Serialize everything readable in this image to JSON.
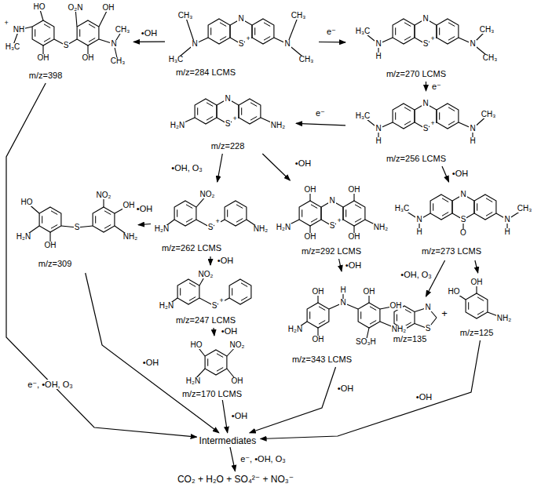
{
  "diagram": {
    "nodes": [
      {
        "text": [
          "m/z=284 LCMS"
        ]
      },
      {
        "text": [
          "m/z=398"
        ]
      },
      {
        "text": [
          "m/z=270 LCMS"
        ]
      },
      {
        "text": [
          "m/z=256 LCMS"
        ]
      },
      {
        "text": [
          "m/z=228"
        ]
      },
      {
        "text": [
          "m/z=262 LCMS"
        ]
      },
      {
        "text": [
          "m/z=309"
        ]
      },
      {
        "text": [
          "m/z=292 LCMS"
        ]
      },
      {
        "text": [
          "m/z=273 LCMS"
        ]
      },
      {
        "text": [
          "m/z=247 LCMS"
        ]
      },
      {
        "text": [
          "m/z=343 LCMS"
        ]
      },
      {
        "text": [
          "m/z=135"
        ]
      },
      {
        "text": [
          "m/z=125"
        ]
      },
      {
        "text": [
          "m/z=170 LCMS"
        ]
      },
      {
        "text": [
          "Intermediates"
        ]
      },
      {
        "text": [
          "CO₂ + H₂O + SO₄²⁻ + NO₃⁻"
        ]
      }
    ],
    "edges": [
      {
        "from": 0,
        "to": 1,
        "arrow": "to",
        "label": "•OH"
      },
      {
        "from": 0,
        "to": 2,
        "arrow": "to",
        "label": "e⁻"
      },
      {
        "from": 2,
        "to": 3,
        "arrow": "to",
        "label": "e⁻"
      },
      {
        "from": 3,
        "to": 4,
        "arrow": "to",
        "label": "e⁻"
      },
      {
        "from": 4,
        "to": 5,
        "arrow": "to",
        "label": "•OH, O₃"
      },
      {
        "from": 4,
        "to": 7,
        "arrow": "to",
        "label": "•OH"
      },
      {
        "from": 3,
        "to": 8,
        "arrow": "to",
        "label": "•OH"
      },
      {
        "from": 5,
        "to": 6,
        "arrow": "to",
        "label": "•OH"
      },
      {
        "from": 5,
        "to": 9,
        "arrow": "to",
        "label": "•OH"
      },
      {
        "from": 9,
        "to": 13,
        "arrow": "to",
        "label": "•OH"
      },
      {
        "from": 7,
        "to": 10,
        "arrow": "to",
        "label": "•OH"
      },
      {
        "from": 8,
        "to": 11,
        "arrow": "to",
        "label": "•OH, O₃"
      },
      {
        "from": 8,
        "to": 12,
        "arrow": "to"
      },
      {
        "from": 1,
        "to": 14,
        "arrow": "to",
        "label": "e⁻, •OH, O₃"
      },
      {
        "from": 6,
        "to": 14,
        "arrow": "to",
        "label": "•OH"
      },
      {
        "from": 13,
        "to": 14,
        "arrow": "to",
        "label": "•OH"
      },
      {
        "from": 10,
        "to": 14,
        "arrow": "to",
        "label": "•OH"
      },
      {
        "from": 12,
        "to": 14,
        "arrow": "to",
        "label": "•OH"
      },
      {
        "from": 14,
        "to": 15,
        "arrow": "to",
        "label": "e⁻, •OH, O₃"
      }
    ],
    "labels": [
      "HO",
      "+",
      "NH",
      "H₃C",
      "OH",
      "S",
      "O₂N",
      "OH",
      "N",
      "CH₃",
      "OH",
      "CH₃",
      "CH₃",
      "N",
      "H₃C",
      "N",
      "S",
      "+",
      "N",
      "CH₃",
      "CH₃",
      "H₃C",
      "N",
      "H",
      "N",
      "S",
      "+",
      "N",
      "CH₃",
      "CH₃",
      "H₃C",
      "N",
      "H",
      "N",
      "S",
      "+",
      "N",
      "H",
      "CH₃",
      "H₂N",
      "N",
      "S",
      "+",
      "NH₂",
      "NO₂",
      "H₂N",
      "S",
      "+",
      "NH₂",
      "HO",
      "H₂N",
      "OH",
      "S",
      "NO₂",
      "OH",
      "NH₂",
      "OH",
      "N",
      "OH",
      "H₂N",
      "S",
      "+",
      "NH₂",
      "OH",
      "OH",
      "H₃C",
      "N",
      "H",
      "N",
      "S",
      "O",
      "N",
      "H",
      "CH₃",
      "NO₂",
      "H₂N",
      "S",
      "+",
      "H",
      "N",
      "OH",
      "OH",
      "OH",
      "H₂N",
      "NH₂",
      "OH",
      "SO₃H",
      "N",
      "S",
      "+",
      "OH",
      "HO",
      "NH₂",
      "HO",
      "NO₂",
      "H₂N",
      "OH"
    ]
  }
}
